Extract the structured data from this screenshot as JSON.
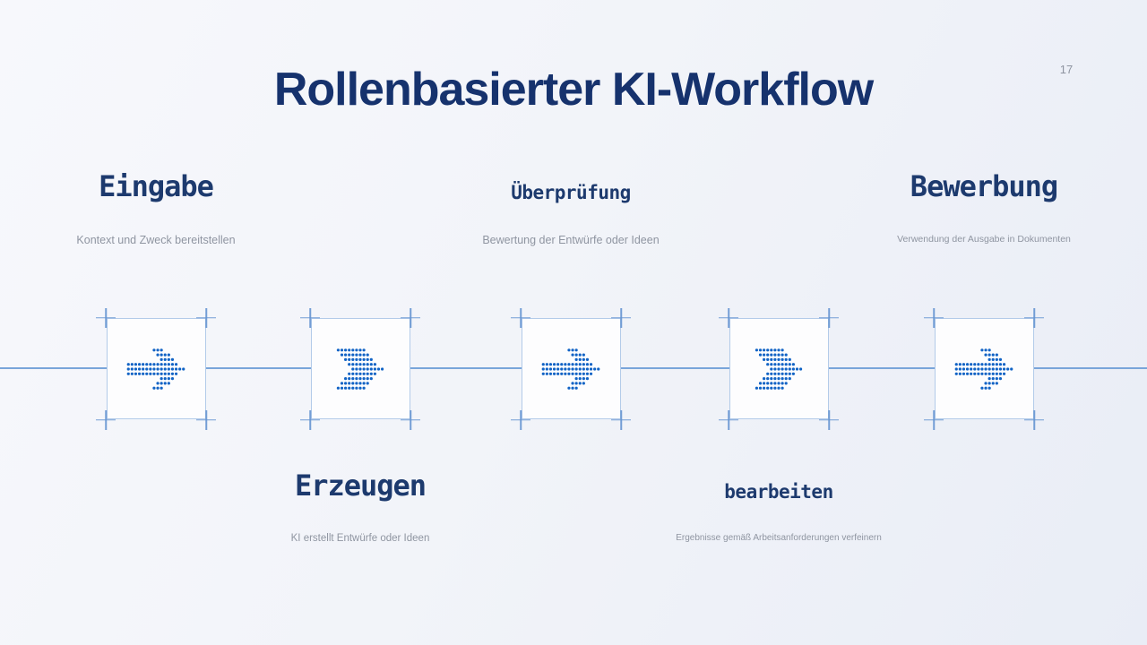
{
  "page": {
    "title": "Rollenbasierter KI-Workflow",
    "number": "17"
  },
  "colors": {
    "accent_blue": "#1163c5",
    "title_navy": "#16326d",
    "step_title_navy": "#1d3a6e",
    "subtitle_gray": "#8f95a1",
    "connector_line_blue": "#79a5da",
    "box_border_blue": "#b3cbe9",
    "handle_blue": "#6594d0",
    "box_background": "#fdfdfe",
    "background_start": "#f7f8fc",
    "background_end": "#e9edf6"
  },
  "workflow": {
    "steps": [
      {
        "title": "Eingabe",
        "description": "Kontext und Zweck bereitstellen",
        "label_position": "top",
        "icon": "dotted-arrow-right-icon"
      },
      {
        "title": "Erzeugen",
        "description": "KI erstellt Entwürfe oder Ideen",
        "label_position": "bottom",
        "icon": "dotted-chevron-right-icon"
      },
      {
        "title": "Überprüfung",
        "description": "Bewertung der Entwürfe oder Ideen",
        "label_position": "top",
        "icon": "dotted-arrow-right-icon"
      },
      {
        "title": "bearbeiten",
        "description": "Ergebnisse gemäß Arbeitsanforderungen verfeinern",
        "label_position": "bottom",
        "icon": "dotted-chevron-right-icon"
      },
      {
        "title": "Bewerbung",
        "description": "Verwendung der Ausgabe in Dokumenten",
        "label_position": "top",
        "icon": "dotted-arrow-right-icon"
      }
    ]
  }
}
